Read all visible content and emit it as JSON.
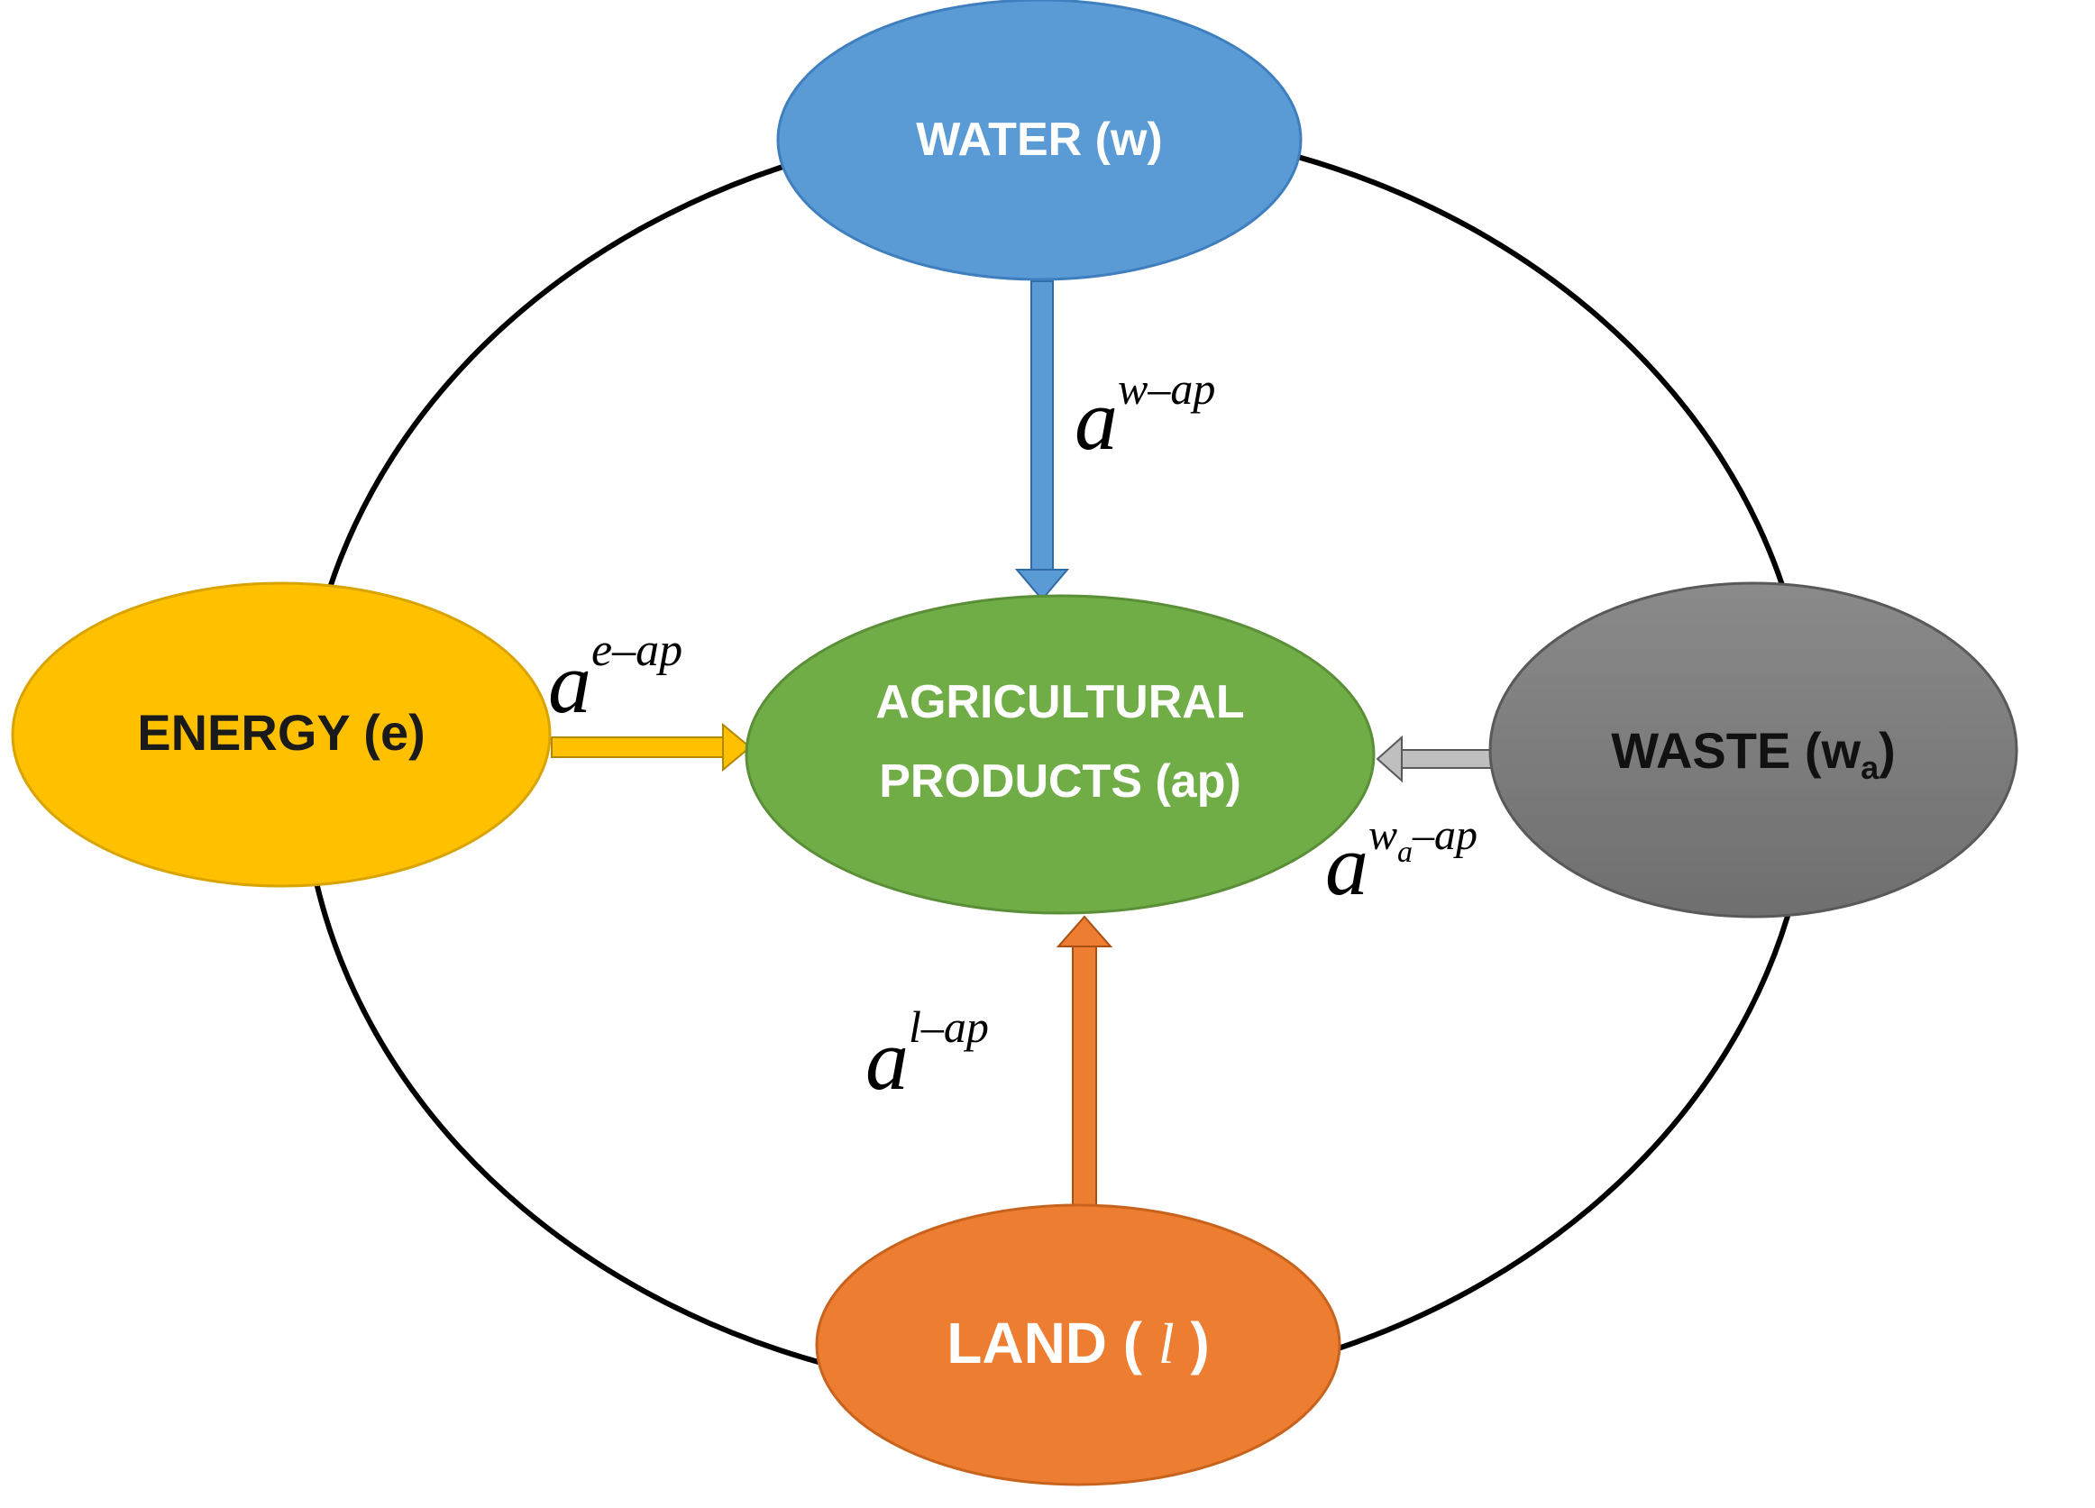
{
  "nodes": {
    "water": {
      "label": "WATER (w)",
      "color": "#5b9bd5",
      "text_color": "#ffffff"
    },
    "energy": {
      "label": "ENERGY (e)",
      "color": "#ffc000",
      "text_color": "#1a1a1a"
    },
    "center": {
      "label_line1": "AGRICULTURAL",
      "label_line2": "PRODUCTS (ap)",
      "color": "#70ad47",
      "text_color": "#ffffff"
    },
    "waste": {
      "label_main": "WASTE (w",
      "label_sub": "a",
      "label_close": ")",
      "color": "#808080",
      "text_color": "#111111"
    },
    "land": {
      "label_main": "LAND ( ",
      "label_italic": "l",
      "label_close": " )",
      "color": "#ed7d31",
      "text_color": "#ffffff"
    }
  },
  "arrows": {
    "water": {
      "base": "a",
      "sup": "w",
      "dash": "–",
      "target": "ap",
      "color": "#5b9bd5"
    },
    "energy": {
      "base": "a",
      "sup": "e",
      "dash": "–",
      "target": "ap",
      "color": "#ffc000"
    },
    "waste": {
      "base": "a",
      "sup": "w",
      "sup_sub": "a",
      "dash": "–",
      "target": "ap",
      "color": "#bfbfbf"
    },
    "land": {
      "base": "a",
      "sup": "l",
      "dash": "–",
      "target": "ap",
      "color": "#ed7d31"
    }
  },
  "ring": {
    "color": "#000000"
  }
}
